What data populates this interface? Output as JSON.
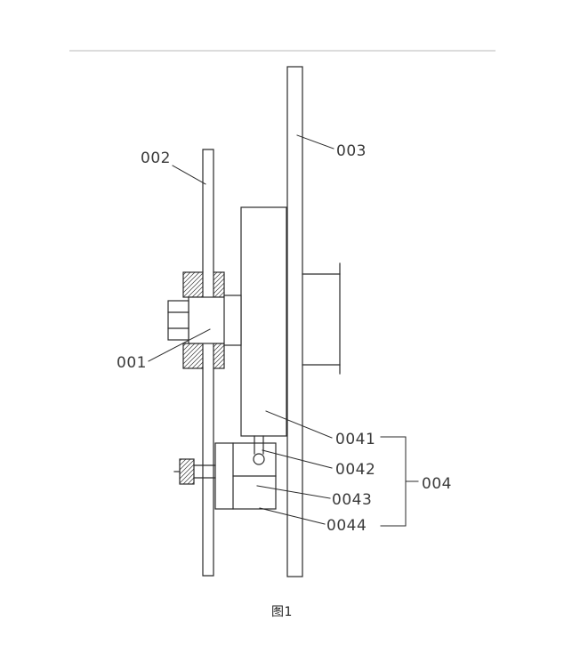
{
  "drawing": {
    "type": "patent-technical-drawing",
    "caption": "图1",
    "labels": {
      "part001": "001",
      "part002": "002",
      "part003": "003",
      "part0041": "0041",
      "part0042": "0042",
      "part0043": "0043",
      "part0044": "0044",
      "group004": "004"
    },
    "colors": {
      "line": "#2a2a2a",
      "label_text": "#3a3a3a",
      "header_rule": "#b8b8b8",
      "background": "#ffffff"
    }
  }
}
